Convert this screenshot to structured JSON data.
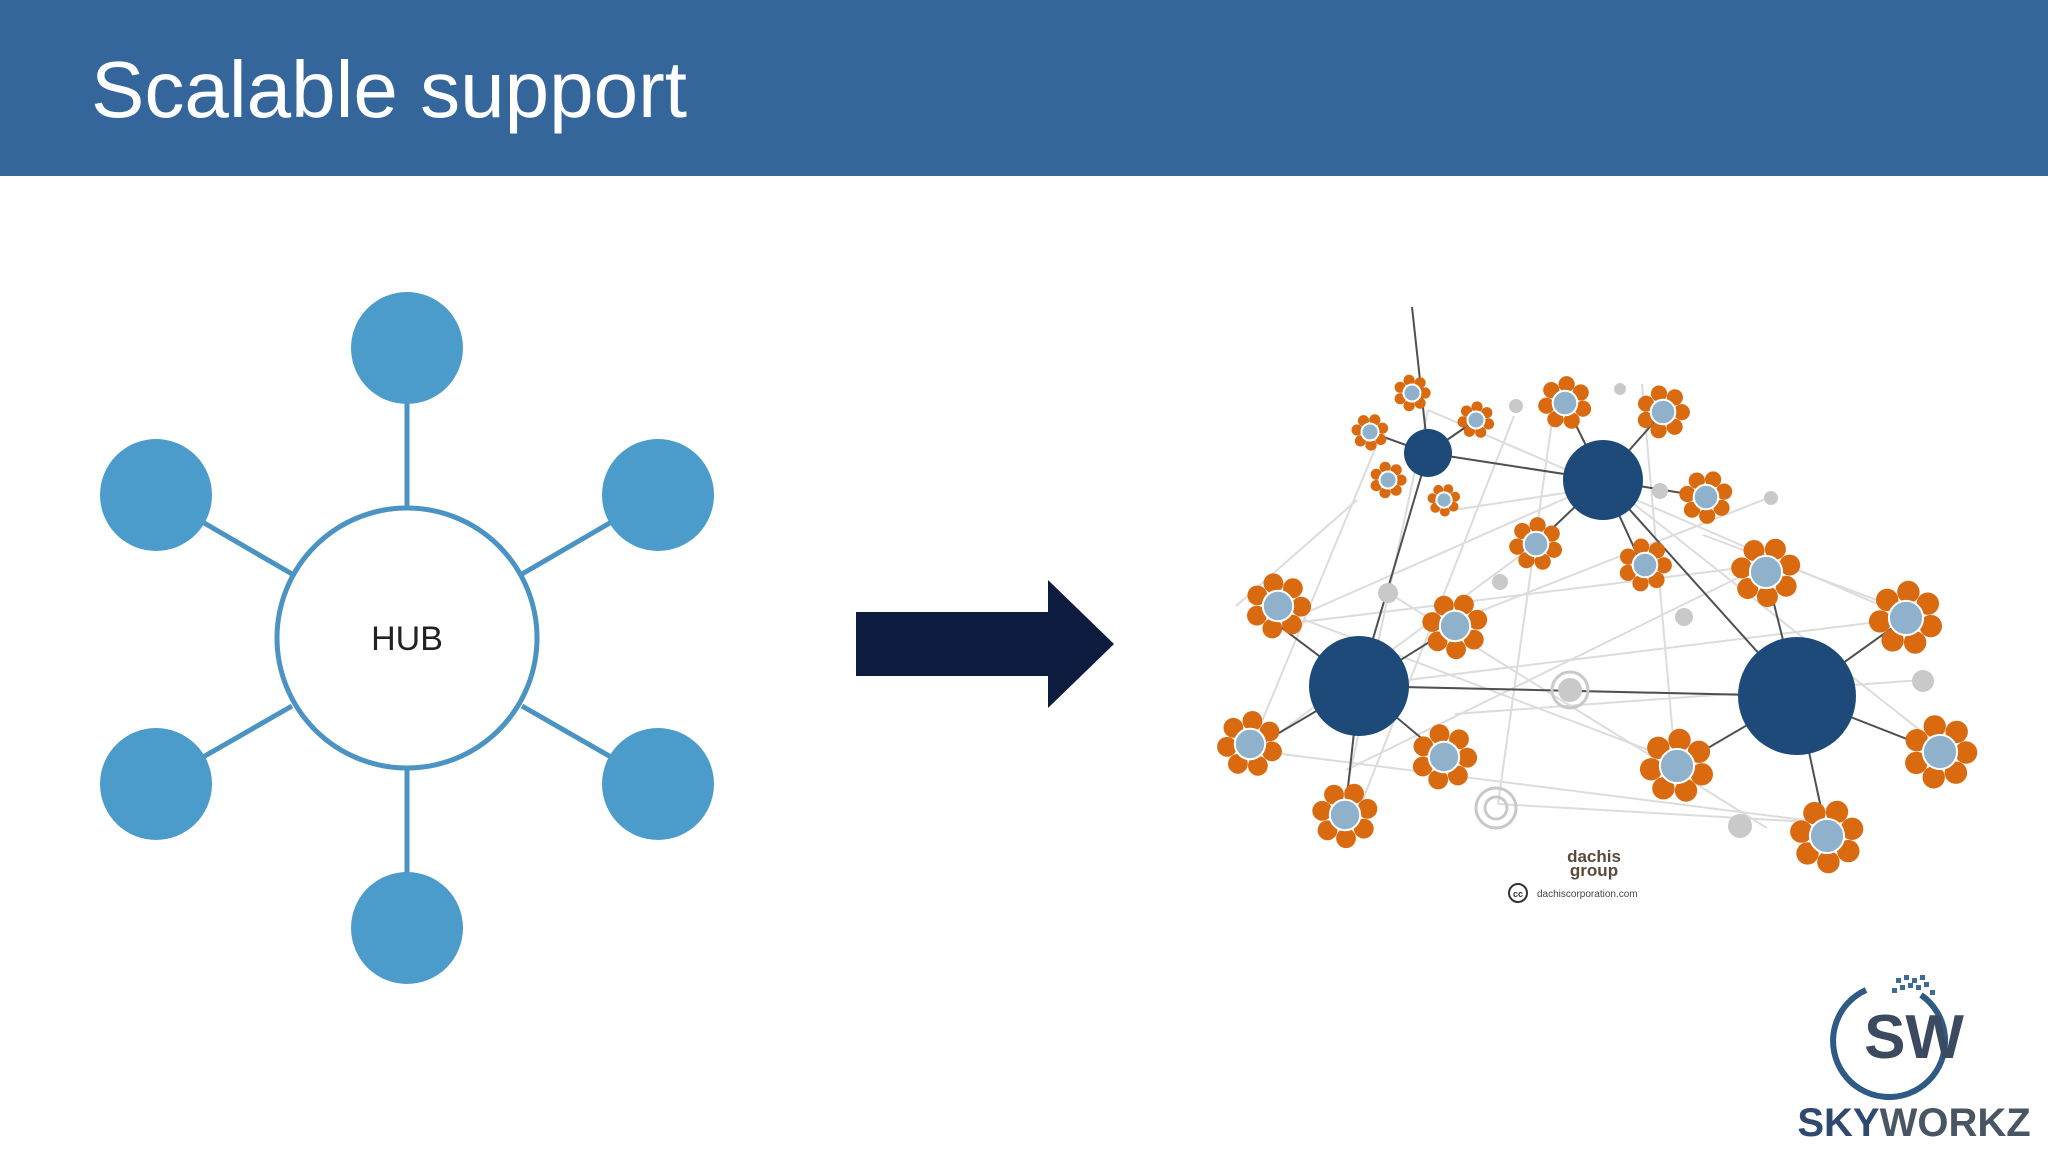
{
  "slide": {
    "title": "Scalable support",
    "hub_label": "HUB",
    "network_credit": {
      "logo_line1": "dachis",
      "logo_line2": "group",
      "license_mark": "cc",
      "url": "dachiscorporation.com"
    },
    "brand": {
      "monogram": "SW",
      "name_part1": "SKY",
      "name_part2": "WORKZ"
    }
  },
  "colors": {
    "header": "#34659b",
    "satellite": "#4b9ccb",
    "arrow": "#0d1b3e",
    "network_hub": "#1e4a7a",
    "network_petal": "#d96a10",
    "network_center": "#8fb1cc",
    "brand_dark": "#2f4a6e"
  }
}
